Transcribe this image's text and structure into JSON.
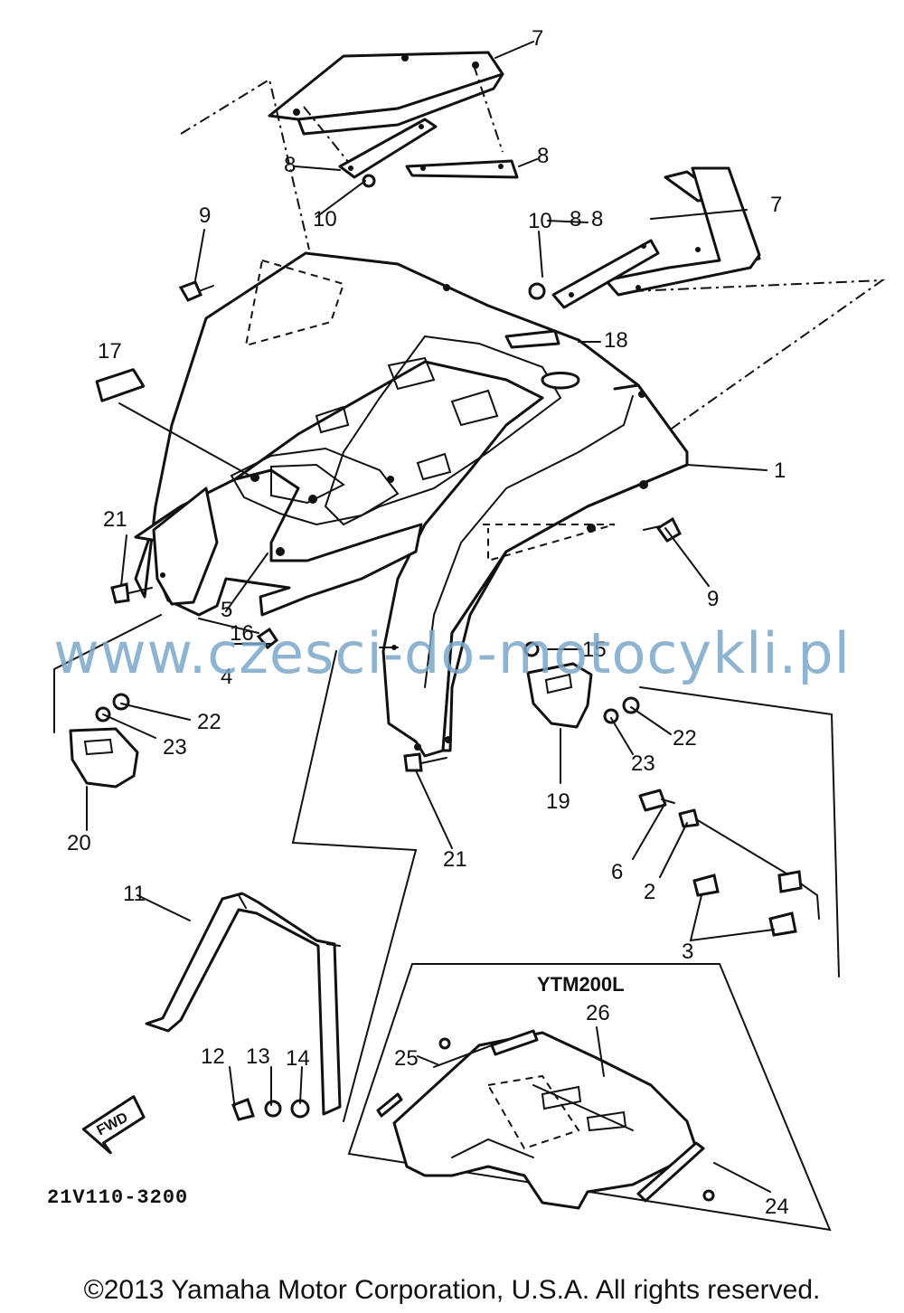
{
  "diagram": {
    "callouts": [
      "1",
      "2",
      "3",
      "4",
      "5",
      "6",
      "7",
      "7",
      "8",
      "8",
      "8",
      "8",
      "9",
      "9",
      "10",
      "10",
      "11",
      "12",
      "13",
      "14",
      "15",
      "16",
      "17",
      "18",
      "19",
      "20",
      "21",
      "21",
      "22",
      "22",
      "23",
      "23",
      "24",
      "25",
      "26"
    ],
    "variant_label": "YTM200L",
    "part_code": "21V110-3200",
    "fwd_label": "FWD"
  },
  "watermark": "www.czesci-do-motocykli.pl",
  "copyright": "©2013 Yamaha Motor Corporation, U.S.A. All rights reserved."
}
